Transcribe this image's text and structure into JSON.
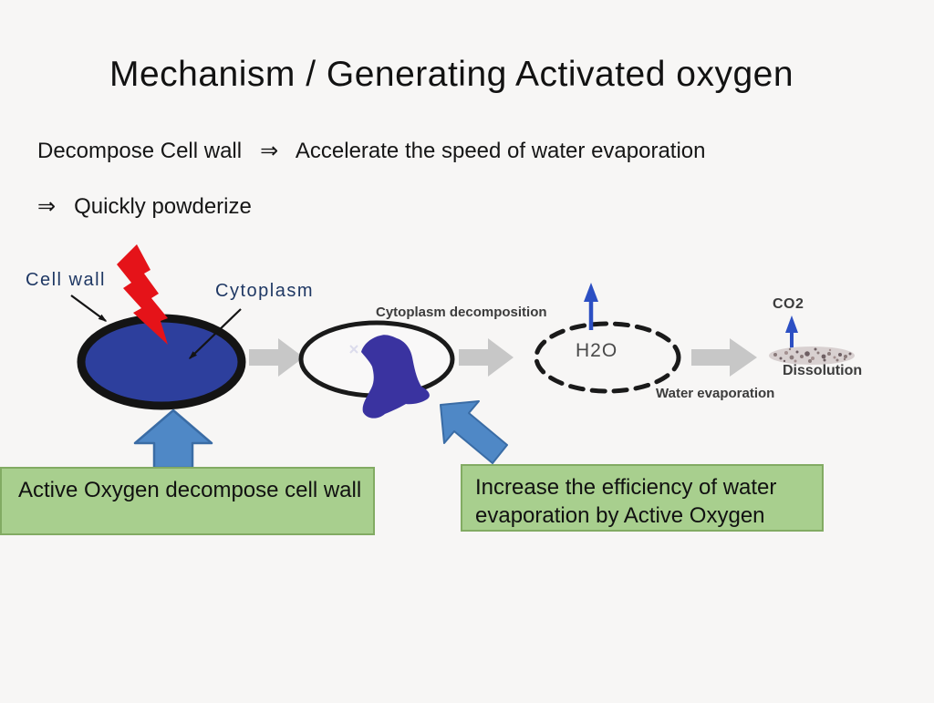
{
  "slide": {
    "title": "Mechanism / Generating Activated oxygen",
    "line1": "Decompose Cell wall   ⇒   Accelerate the speed of water evaporation",
    "line2": "⇒   Quickly powderize"
  },
  "diagram": {
    "stage1": {
      "cell_wall_label": "Cell wall",
      "cytoplasm_label": "Cytoplasm"
    },
    "stage2": {
      "label": "Cytoplasm decomposition"
    },
    "stage3": {
      "molecule": "H2O",
      "label": "Water evaporation"
    },
    "stage4": {
      "molecule": "CO2",
      "label": "Dissolution"
    },
    "colors": {
      "cell_fill": "#2d3f9d",
      "cell_outline": "#141414",
      "blob_fill": "#3a33a0",
      "lightning_red": "#e51319",
      "flow_arrow_gray": "#c7c7c7",
      "thin_arrow_blue": "#2c4fc3",
      "block_arrow_blue": "#4f88c6",
      "block_arrow_border": "#3a6ca5",
      "label_navy": "#1f3864",
      "label_dark": "#3c3c3c",
      "speckle_base": "#d8d0d0"
    }
  },
  "callouts": {
    "box1_text": "Active Oxygen decompose cell wall",
    "box2_text": "Increase the efficiency of water evaporation by Active Oxygen",
    "fill": "#a8cf8e",
    "border": "#82ab63"
  }
}
